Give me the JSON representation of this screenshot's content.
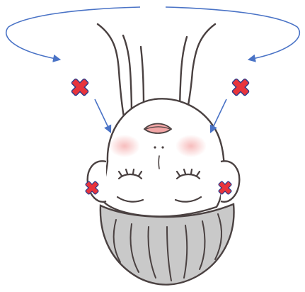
{
  "colors": {
    "background": "#ffffff",
    "outline": "#4a4141",
    "skin": "#ffffff",
    "hair": "#c9c9c9",
    "cheek": "#f6b5b5",
    "lips": "#f2a6a6",
    "arrow": "#4a73c6",
    "cross_fill": "#e8343c",
    "cross_stroke": "#2b3a8a"
  },
  "icons": {
    "rotation_arrow": "curved-arrow-icon",
    "pointer_arrow": "arrow-icon",
    "prohibited": "cross-icon"
  },
  "markers": {
    "cross_count": 4,
    "pointer_arrow_count": 2,
    "rotation_arrow_count": 2
  }
}
